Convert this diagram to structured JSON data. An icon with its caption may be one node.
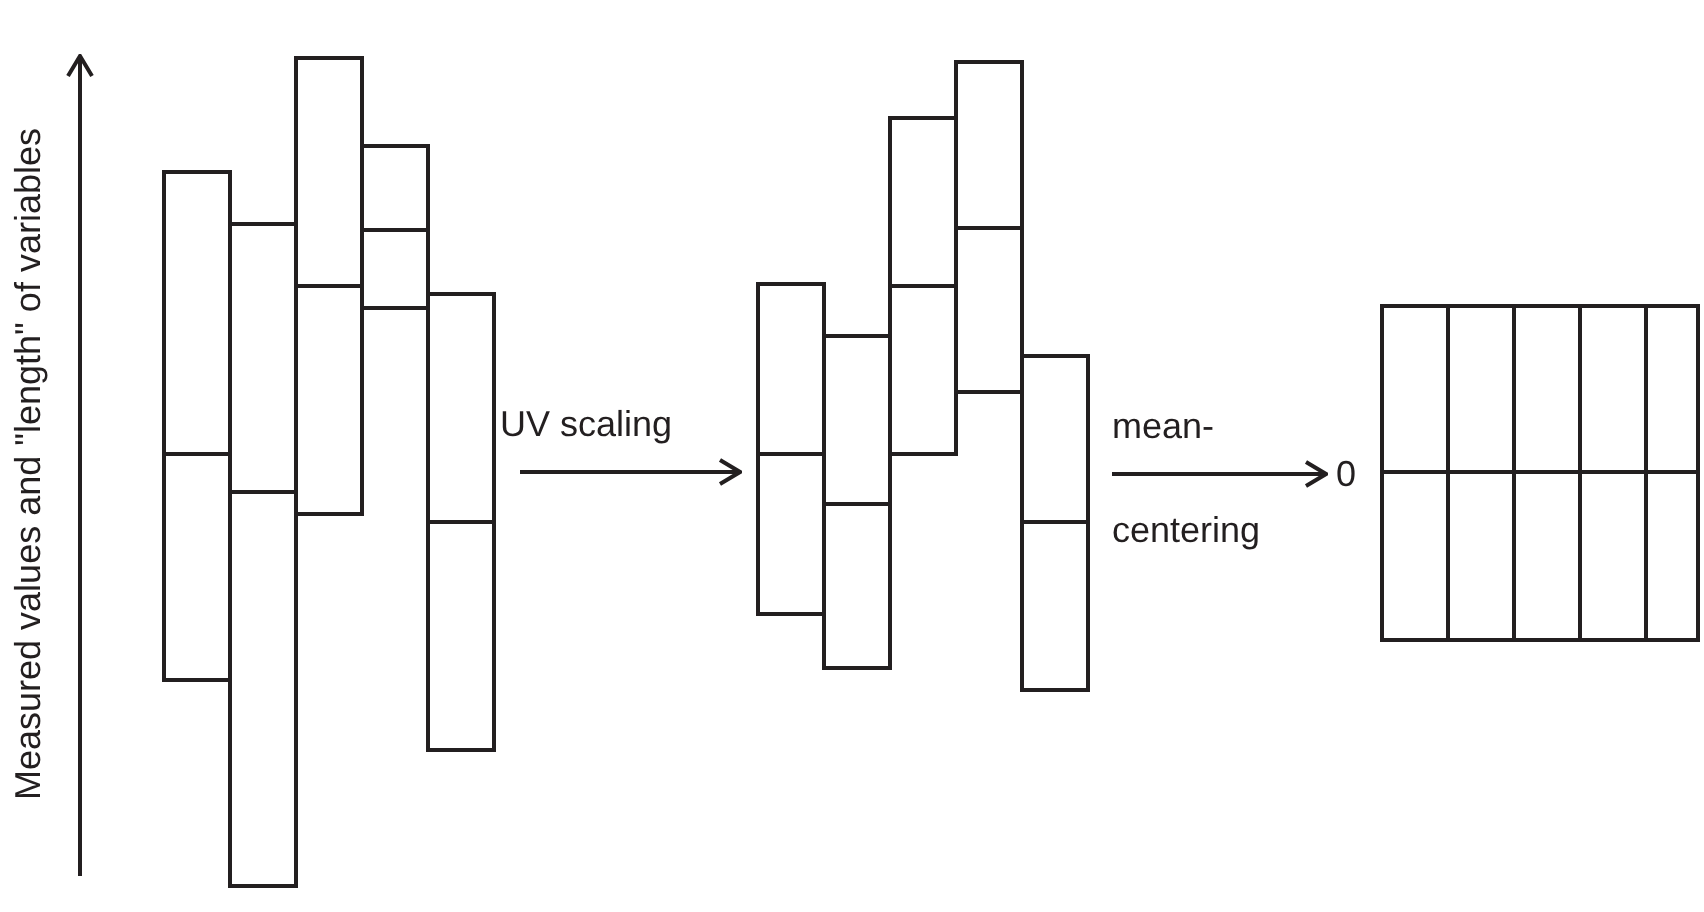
{
  "diagram": {
    "nodes": [
      {
        "text": [],
        "shape": "bar"
      },
      {
        "text": [],
        "shape": "bar"
      },
      {
        "text": [],
        "shape": "bar",
        "beside": [
          "0"
        ]
      }
    ],
    "edges": [
      {
        "from": 0,
        "to": 1,
        "arrow": "to",
        "label": "UV scaling"
      },
      {
        "from": 1,
        "to": 2,
        "arrow": "to",
        "label": "mean- centering"
      }
    ],
    "labels": [
      "Measured values and \"length\" of variables"
    ]
  }
}
